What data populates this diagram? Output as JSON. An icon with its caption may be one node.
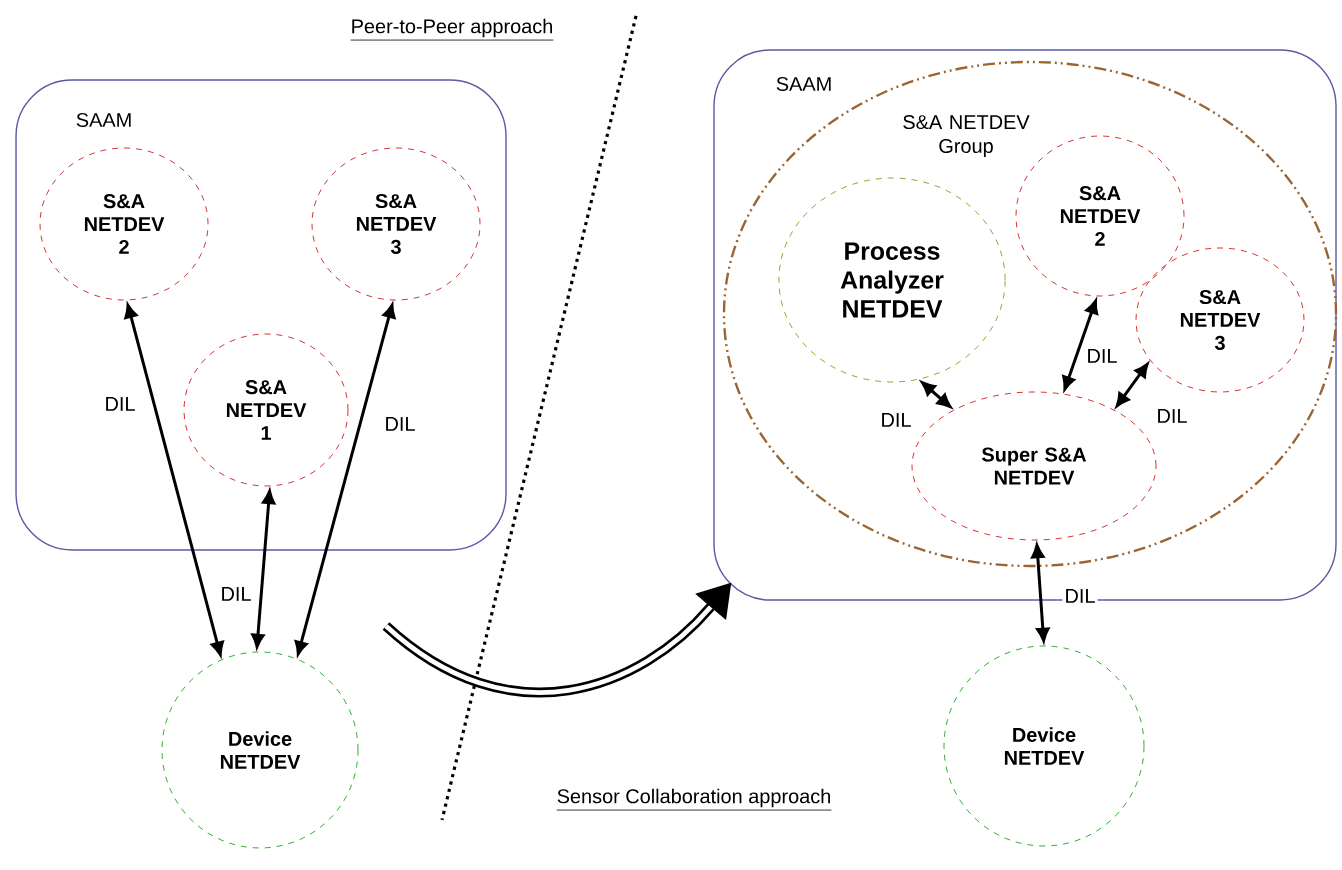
{
  "diagram": {
    "nodes": [
      {
        "text": [
          "SAAM"
        ]
      },
      {
        "text": [
          "S&A NETDEV 2"
        ],
        "in": 0
      },
      {
        "text": [
          "S&A NETDEV 3"
        ],
        "in": 0
      },
      {
        "text": [
          "S&A NETDEV 1"
        ],
        "in": 0
      },
      {
        "text": [
          "Device NETDEV"
        ]
      },
      {
        "text": [
          "SAAM"
        ]
      },
      {
        "text": [
          "S&A NETDEV Group"
        ],
        "in": 5
      },
      {
        "text": [
          "Process Analyzer NETDEV"
        ],
        "in": 6
      },
      {
        "text": [
          "S&A NETDEV 2"
        ],
        "in": 6
      },
      {
        "text": [
          "S&A NETDEV 3"
        ],
        "in": 6
      },
      {
        "text": [
          "Super S&A NETDEV"
        ],
        "in": 6
      },
      {
        "text": [
          "Device NETDEV"
        ]
      }
    ],
    "edges": [
      {
        "from": 4,
        "to": 1,
        "arrow": "both",
        "label": "DIL"
      },
      {
        "from": 4,
        "to": 3,
        "arrow": "both",
        "label": "DIL"
      },
      {
        "from": 4,
        "to": 2,
        "arrow": "both",
        "label": "DIL"
      },
      {
        "from": 7,
        "to": 10,
        "arrow": "both",
        "label": "DIL"
      },
      {
        "from": 8,
        "to": 10,
        "arrow": "both",
        "label": "DIL"
      },
      {
        "from": 9,
        "to": 10,
        "arrow": "both",
        "label": "DIL"
      },
      {
        "from": 10,
        "to": 11,
        "arrow": "both",
        "label": "DIL"
      },
      {
        "from": null,
        "to": 5,
        "arrow": "to",
        "style": "thick"
      }
    ],
    "labels": [
      "Peer-to-Peer approach",
      "Sensor Collaboration approach"
    ]
  }
}
